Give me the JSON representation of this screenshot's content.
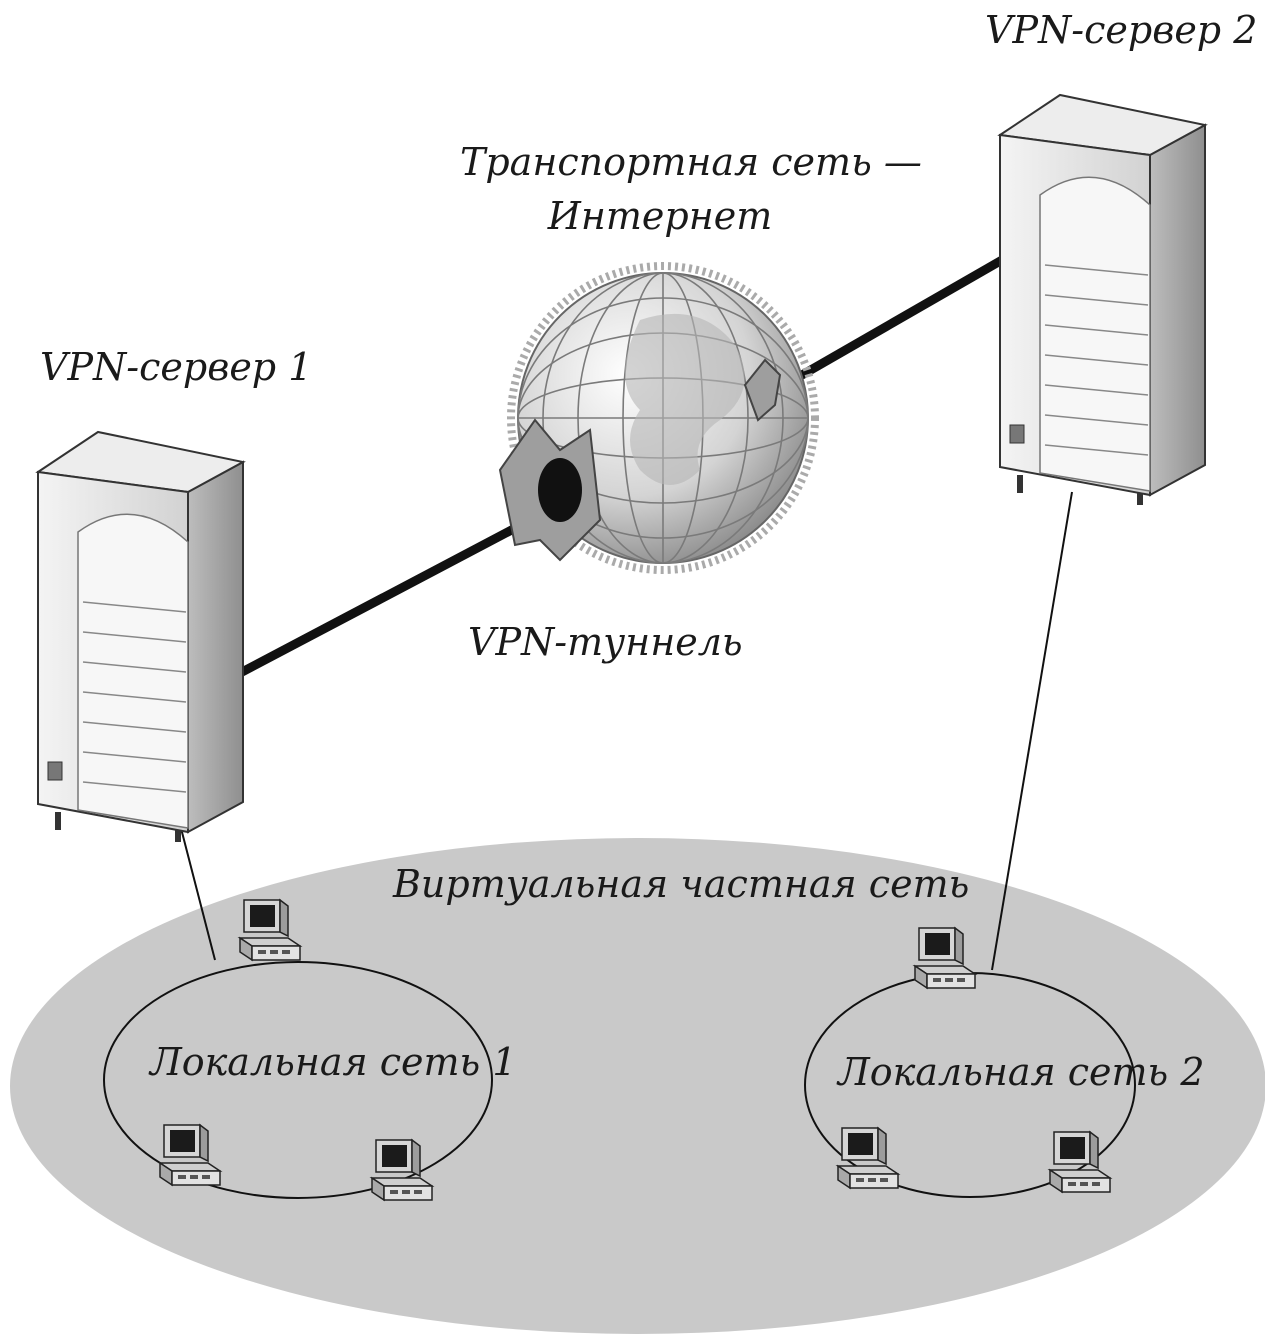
{
  "labels": {
    "vpn_server_1": "VPN-сервер 1",
    "vpn_server_2": "VPN-сервер 2",
    "transport_network": [
      "Транспортная сеть —",
      "Интернет"
    ],
    "vpn_tunnel": "VPN-туннель",
    "virtual_private_network": "Виртуальная частная сеть",
    "local_network_1": "Локальная сеть 1",
    "local_network_2": "Локальная сеть 2"
  },
  "colors": {
    "vpn_ellipse_fill": "#c9c9c9",
    "line_color": "#111111",
    "server_body": "#e6e6e6",
    "globe_fill": "#d8d8d8"
  },
  "icons": {
    "server": "server-tower-icon",
    "globe": "globe-icon",
    "workstation": "desktop-computer-icon"
  }
}
